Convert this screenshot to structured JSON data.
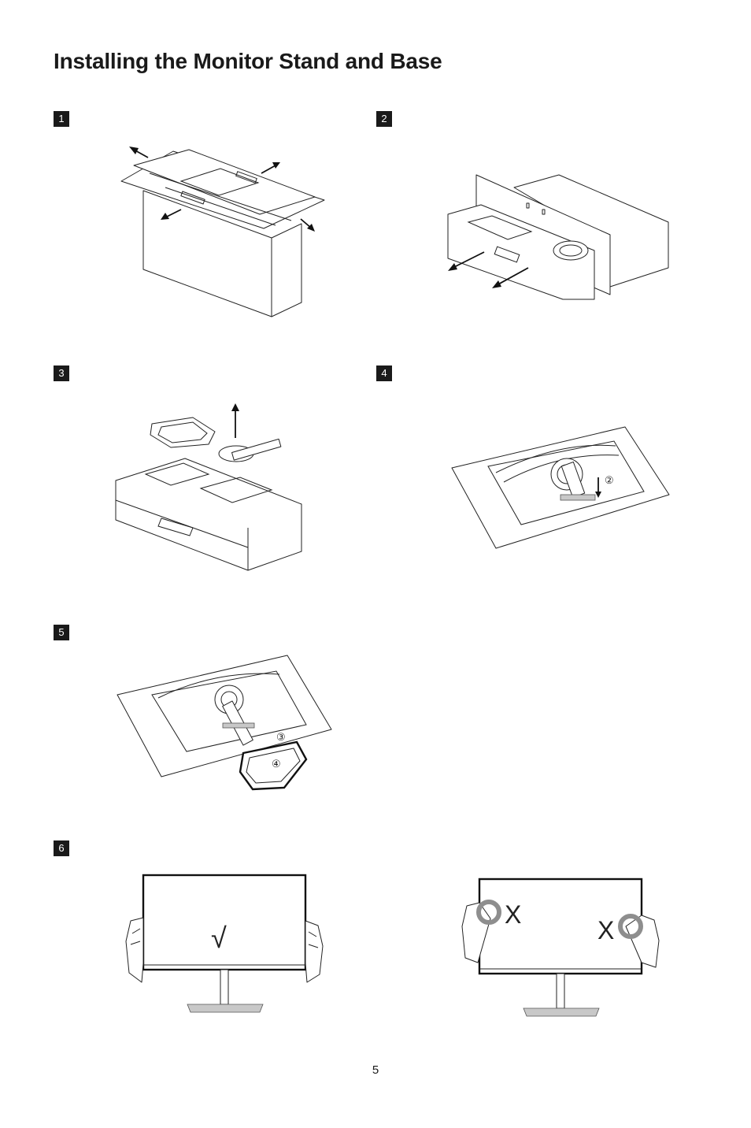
{
  "page": {
    "title": "Installing the Monitor Stand and Base",
    "page_number": "5"
  },
  "steps": [
    {
      "number": "1"
    },
    {
      "number": "2"
    },
    {
      "number": "3"
    },
    {
      "number": "4"
    },
    {
      "number": "5"
    },
    {
      "number": "6"
    }
  ],
  "callouts": {
    "step4_marker": "②",
    "step5_marker_a": "③",
    "step5_marker_b": "④",
    "step6_correct_mark": "√",
    "step6_wrong_mark": "X"
  },
  "colors": {
    "badge_bg": "#1a1a1a",
    "line": "#222222",
    "warning_ring": "#8e8e8e"
  }
}
